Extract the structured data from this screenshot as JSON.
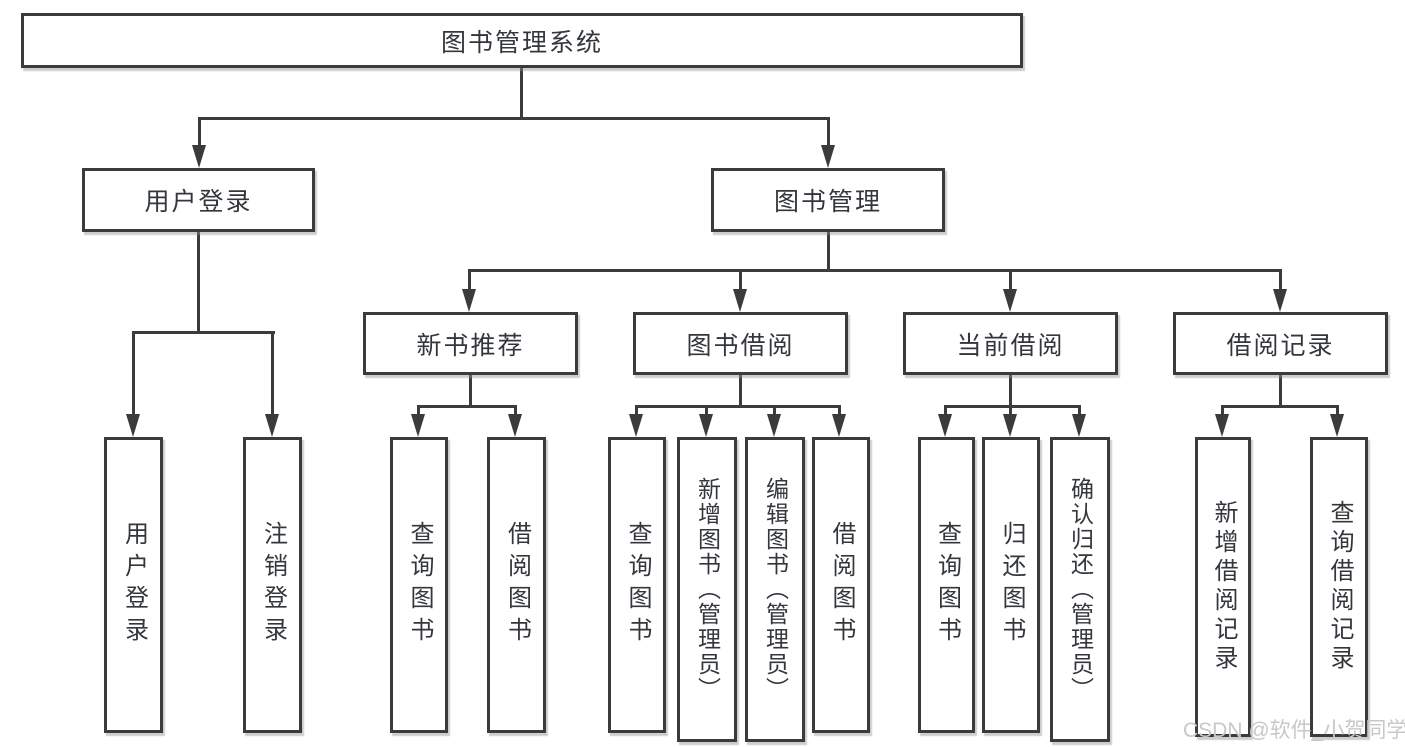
{
  "colors": {
    "line": "#3b3b3b",
    "text": "#33373c",
    "watermark": "#c8c8c8",
    "background": "#ffffff"
  },
  "watermark": "CSDN @软件_小贺同学",
  "tree": {
    "root": {
      "label": "图书管理系统"
    },
    "user_login": {
      "label": "用户登录",
      "children": [
        {
          "label": "用户登录"
        },
        {
          "label": "注销登录"
        }
      ]
    },
    "book_management": {
      "label": "图书管理",
      "sections": [
        {
          "label": "新书推荐",
          "children": [
            {
              "label": "查询图书"
            },
            {
              "label": "借阅图书"
            }
          ]
        },
        {
          "label": "图书借阅",
          "children": [
            {
              "label": "查询图书"
            },
            {
              "label": "新增图书（管理员）"
            },
            {
              "label": "编辑图书（管理员）"
            },
            {
              "label": "借阅图书"
            }
          ]
        },
        {
          "label": "当前借阅",
          "children": [
            {
              "label": "查询图书"
            },
            {
              "label": "归还图书"
            },
            {
              "label": "确认归还（管理员）"
            }
          ]
        },
        {
          "label": "借阅记录",
          "children": [
            {
              "label": "新增借阅记录"
            },
            {
              "label": "查询借阅记录"
            }
          ]
        }
      ]
    }
  }
}
